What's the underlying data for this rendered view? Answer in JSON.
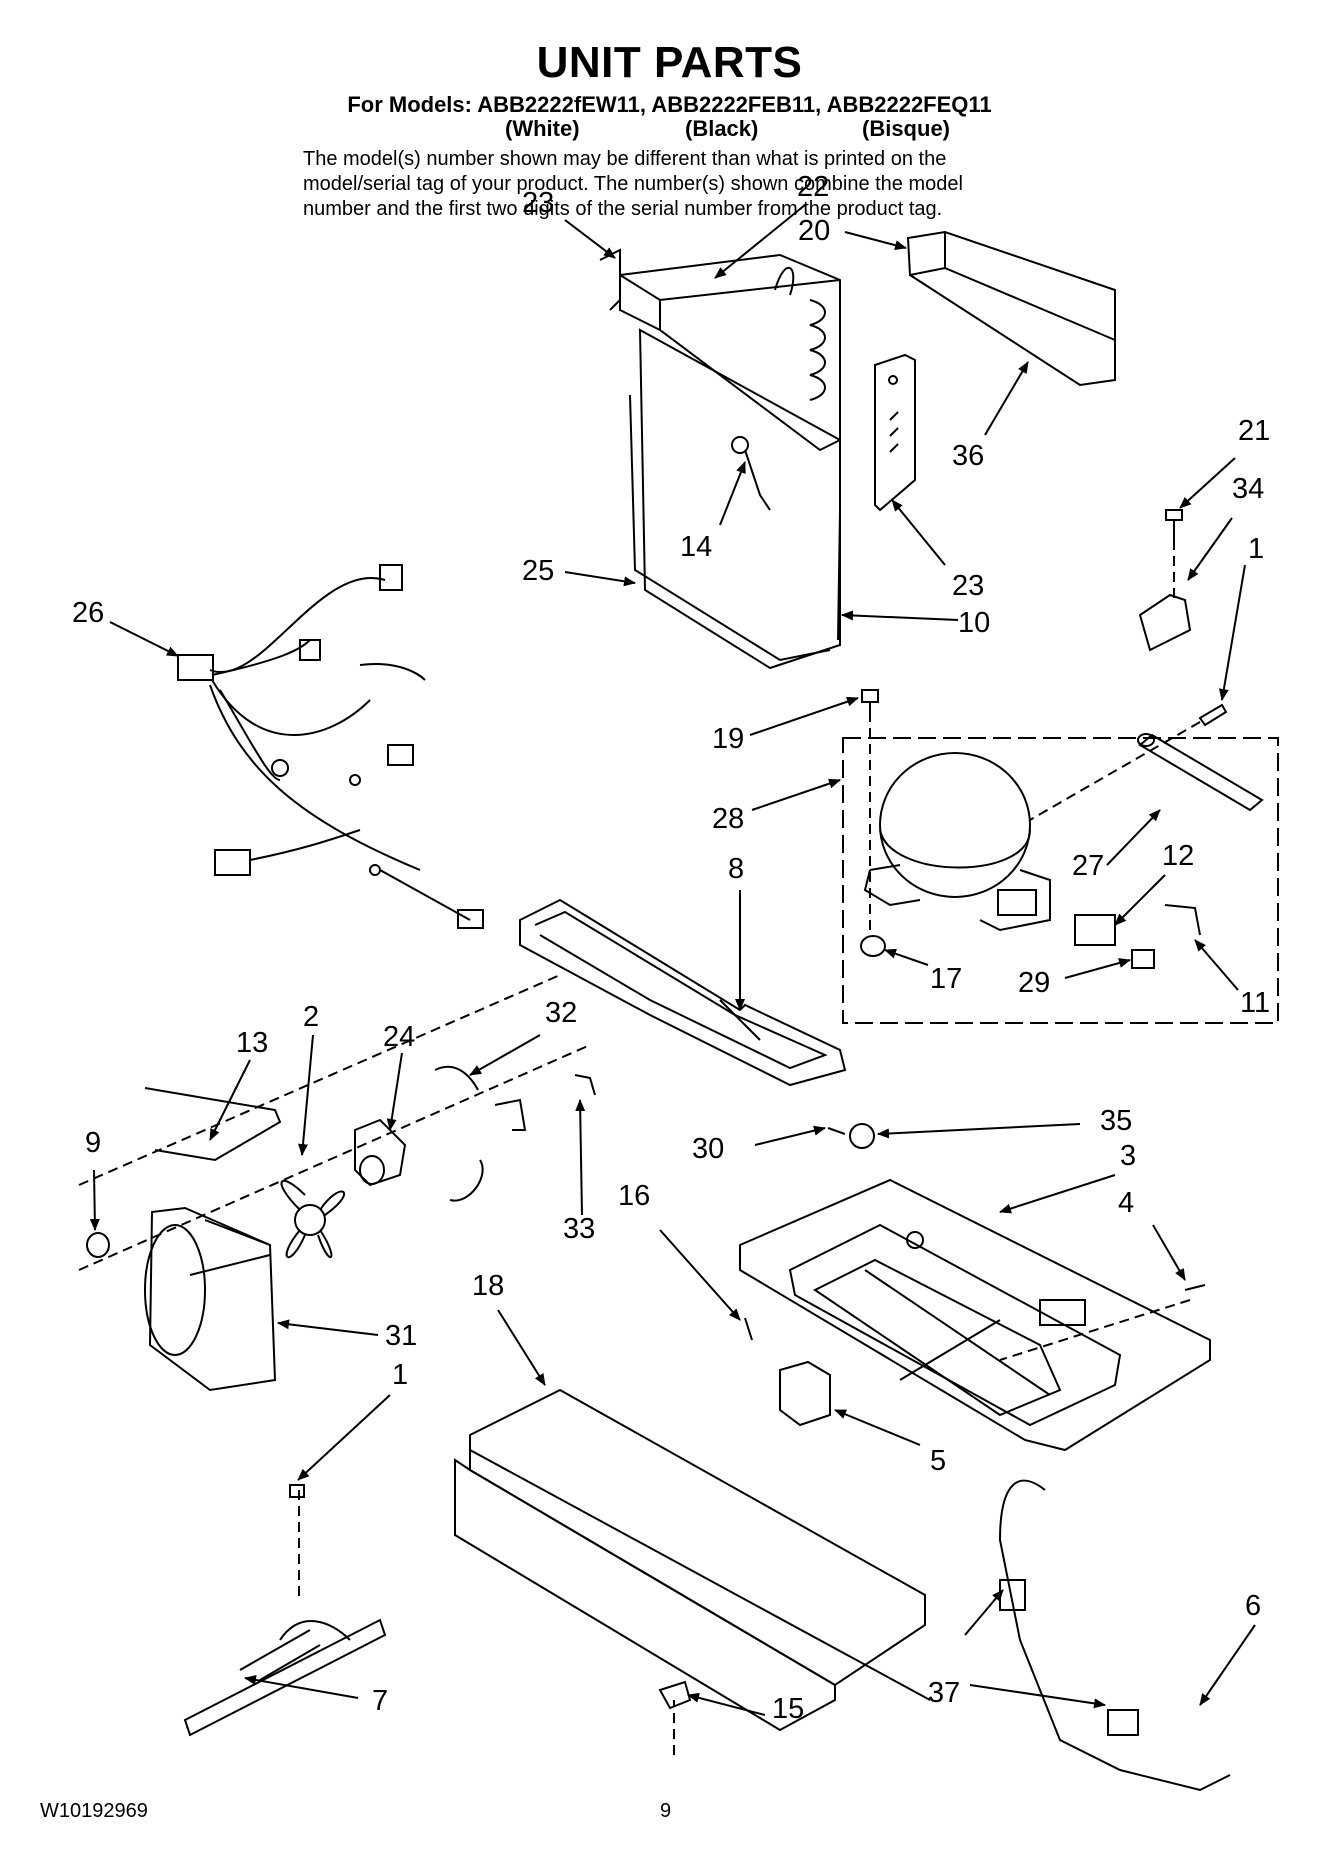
{
  "header": {
    "title": "UNIT PARTS",
    "models_line": "For Models: ABB2222fEW11, ABB2222FEB11, ABB2222FEQ11",
    "colors": [
      "(White)",
      "(Black)",
      "(Bisque)"
    ]
  },
  "note_lines": [
    "The model(s) number shown may be different than what is printed on the",
    "model/serial tag of your product. The number(s) shown combine the model",
    "number and the first two digits of the serial number from the product tag."
  ],
  "callouts": [
    "23",
    "22",
    "20",
    "36",
    "21",
    "34",
    "1",
    "14",
    "23",
    "25",
    "10",
    "26",
    "19",
    "28",
    "27",
    "12",
    "8",
    "17",
    "29",
    "11",
    "13",
    "2",
    "24",
    "32",
    "9",
    "33",
    "35",
    "30",
    "3",
    "16",
    "4",
    "18",
    "31",
    "1",
    "5",
    "6",
    "37",
    "7",
    "15"
  ],
  "footer": {
    "doc_number": "W10192969",
    "page": "9"
  }
}
